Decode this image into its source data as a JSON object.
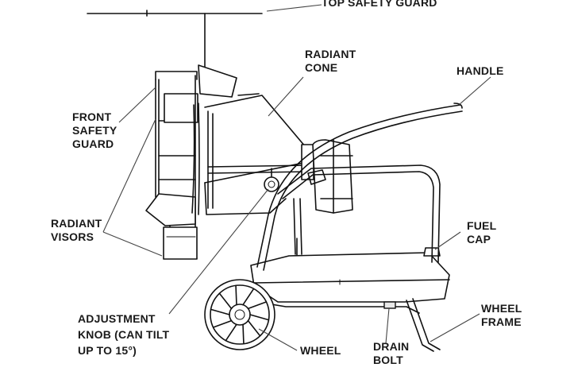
{
  "labels": {
    "top_safety_guard": "TOP SAFETY GUARD",
    "radiant_cone": [
      "RADIANT",
      "CONE"
    ],
    "handle": "HANDLE",
    "front_safety_guard": [
      "FRONT",
      "SAFETY",
      "GUARD"
    ],
    "radiant_visors": [
      "RADIANT",
      "VISORS"
    ],
    "fuel_cap": [
      "FUEL",
      "CAP"
    ],
    "wheel_frame": [
      "WHEEL",
      "FRAME"
    ],
    "adjustment_knob": [
      "ADJUSTMENT",
      "KNOB (CAN TILT",
      "UP TO 15°)"
    ],
    "wheel": "WHEEL",
    "drain_bolt": [
      "DRAIN",
      "BOLT"
    ]
  }
}
